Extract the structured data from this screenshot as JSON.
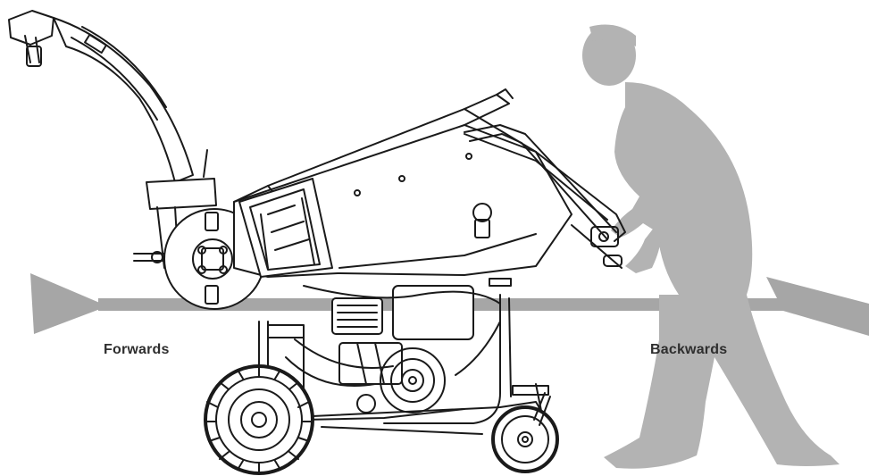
{
  "labels": {
    "forwards": "Forwards",
    "backwards": "Backwards"
  },
  "colors": {
    "arrow": "#a6a6a6",
    "person": "#b3b3b3",
    "machine_line": "#1a1a1a",
    "label_text": "#2e2e2e"
  },
  "icons": {
    "machine": "wood-chipper-line-drawing",
    "person": "operator-silhouette",
    "arrows": "double-headed-direction-arrow"
  }
}
